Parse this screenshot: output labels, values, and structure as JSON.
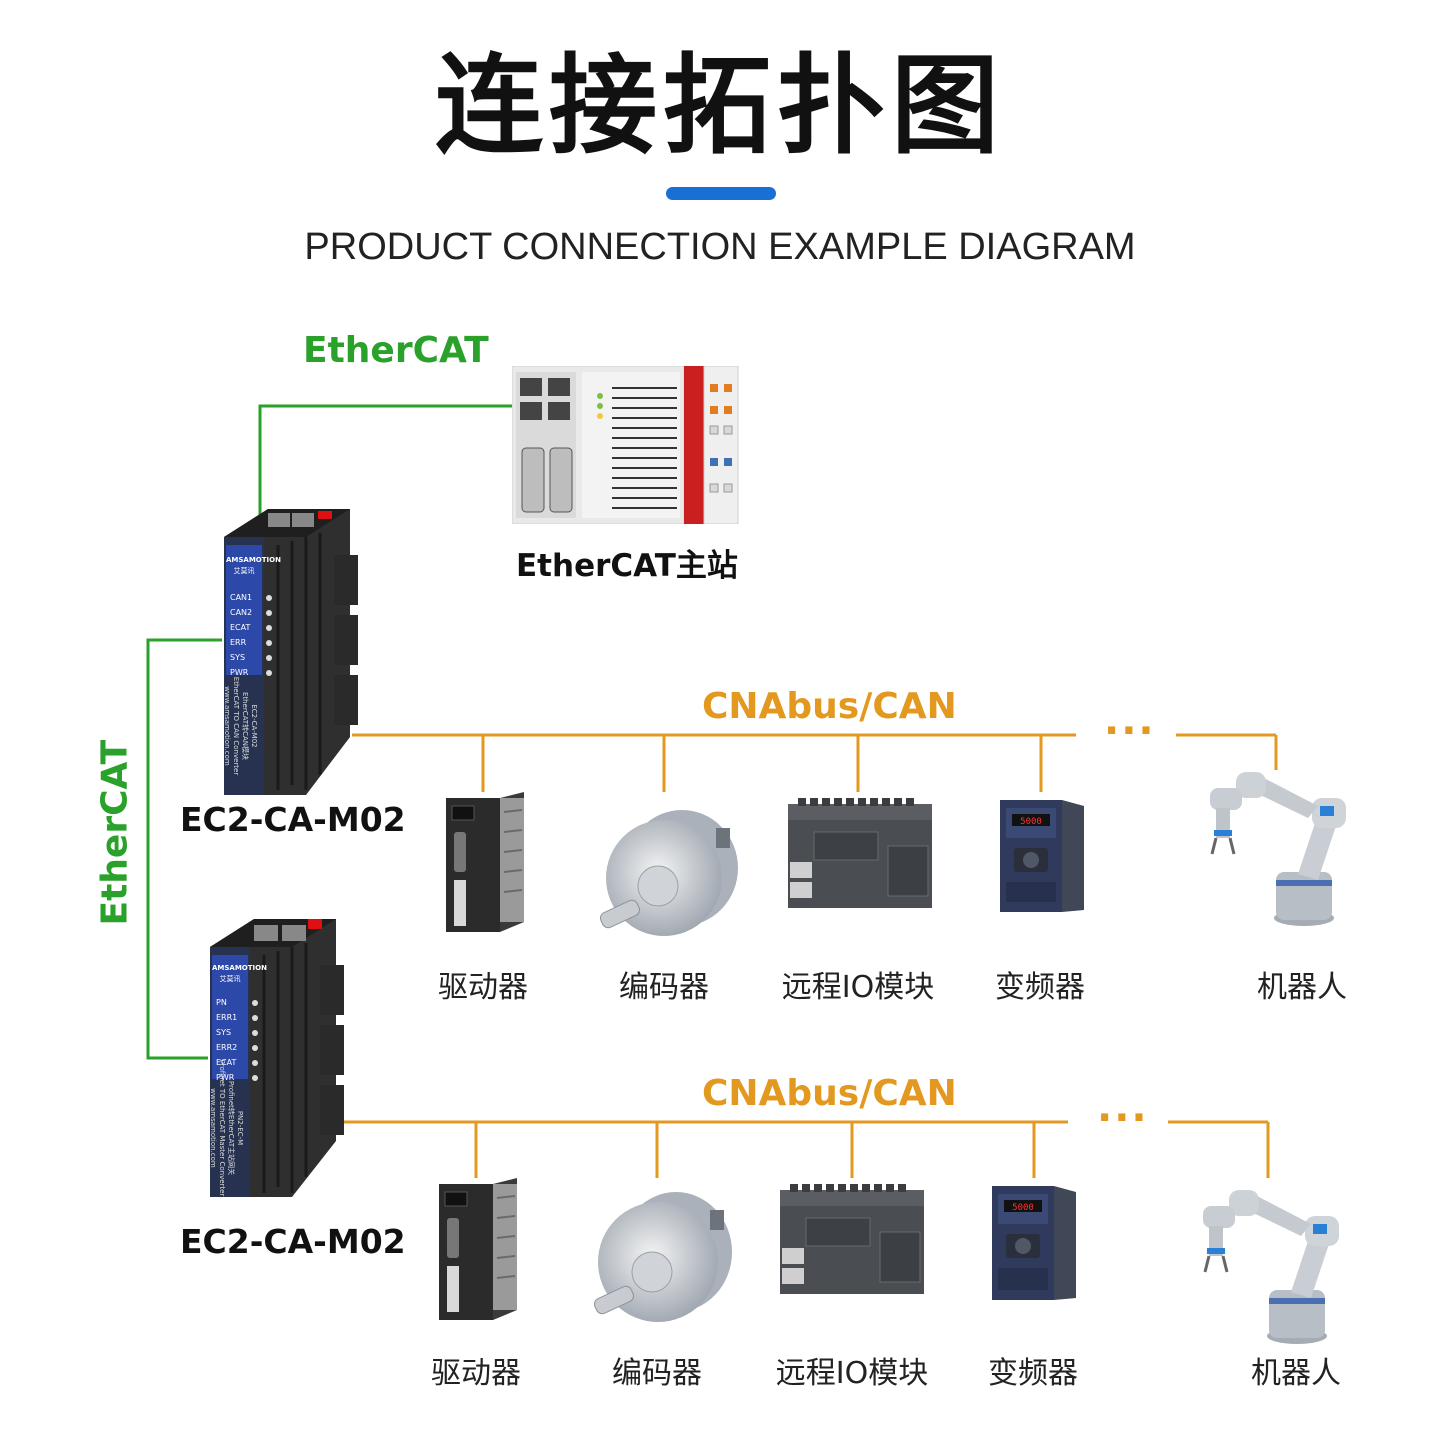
{
  "title": "连接拓扑图",
  "subtitle": "PRODUCT CONNECTION EXAMPLE DIAGRAM",
  "colors": {
    "ethercat": "#2aa12a",
    "can": "#e3981f",
    "accent": "#1a6fd4"
  },
  "ethercat_top_label": "EtherCAT",
  "ethercat_vertical_label": "EtherCAT",
  "master_label": "EtherCAT主站",
  "gateway_top": {
    "model": "EC2-CA-M02",
    "brand": "AMSAMOTION",
    "brand_cn": "艾莫讯",
    "leds": [
      "CAN1",
      "CAN2",
      "ECAT",
      "ERR",
      "SYS",
      "PWR"
    ],
    "side_text": [
      "EC2-CA-M02",
      "EtherCAT转CAN模块",
      "EtherCAT TO CAN Converter",
      "www.amsamotion.com"
    ]
  },
  "gateway_bottom": {
    "model": "EC2-CA-M02",
    "brand": "AMSAMOTION",
    "brand_cn": "艾莫讯",
    "leds": [
      "PN",
      "ERR1",
      "SYS",
      "ERR2",
      "ECAT",
      "PWR"
    ],
    "side_text": [
      "PN2-EC-M",
      "Profinet转EtherCAT主站网关",
      "Profinet TO EtherCAT Master Converter",
      "www.amsamotion.com"
    ]
  },
  "bus_top": {
    "label": "CNAbus/CAN",
    "ellipsis": "···",
    "devices": [
      "驱动器",
      "编码器",
      "远程IO模块",
      "变频器",
      "机器人"
    ]
  },
  "bus_bottom": {
    "label": "CNAbus/CAN",
    "ellipsis": "···",
    "devices": [
      "驱动器",
      "编码器",
      "远程IO模块",
      "变频器",
      "机器人"
    ]
  },
  "icons": [
    "servo-drive-icon",
    "encoder-icon",
    "remote-io-icon",
    "inverter-icon",
    "robot-arm-icon",
    "plc-master-icon",
    "gateway-icon"
  ]
}
